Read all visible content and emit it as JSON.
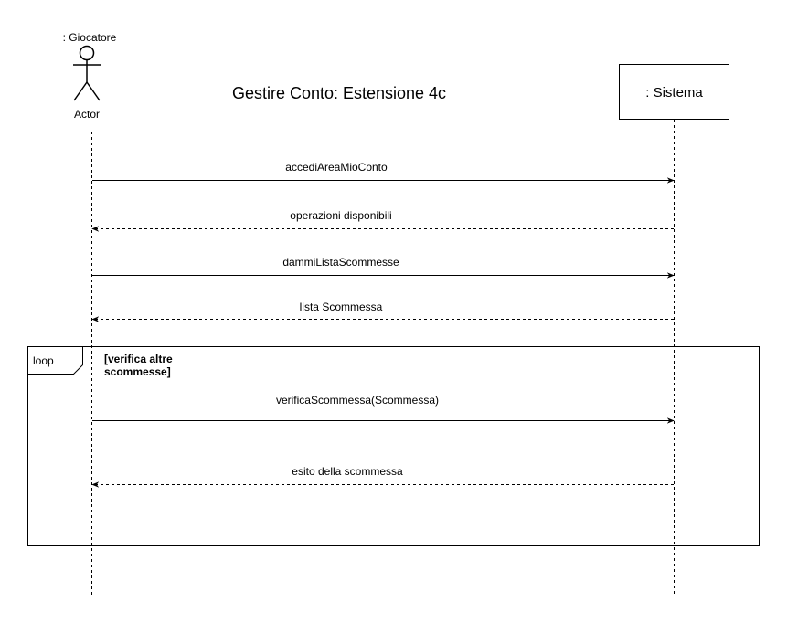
{
  "title": "Gestire Conto: Estensione 4c",
  "actor": {
    "name": ": Giocatore",
    "caption": "Actor"
  },
  "system": {
    "name": ": Sistema"
  },
  "messages": [
    {
      "label": "accediAreaMioConto",
      "type": "sync",
      "direction": "to-system"
    },
    {
      "label": "operazioni disponibili",
      "type": "return",
      "direction": "to-actor"
    },
    {
      "label": "dammiListaScommesse",
      "type": "sync",
      "direction": "to-system"
    },
    {
      "label": "lista Scommessa",
      "type": "return",
      "direction": "to-actor"
    }
  ],
  "loop": {
    "keyword": "loop",
    "guard_line1": "[verifica altre",
    "guard_line2": "scommesse]",
    "messages": [
      {
        "label": "verificaScommessa(Scommessa)",
        "type": "sync",
        "direction": "to-system"
      },
      {
        "label": "esito della scommessa",
        "type": "return",
        "direction": "to-actor"
      }
    ]
  }
}
